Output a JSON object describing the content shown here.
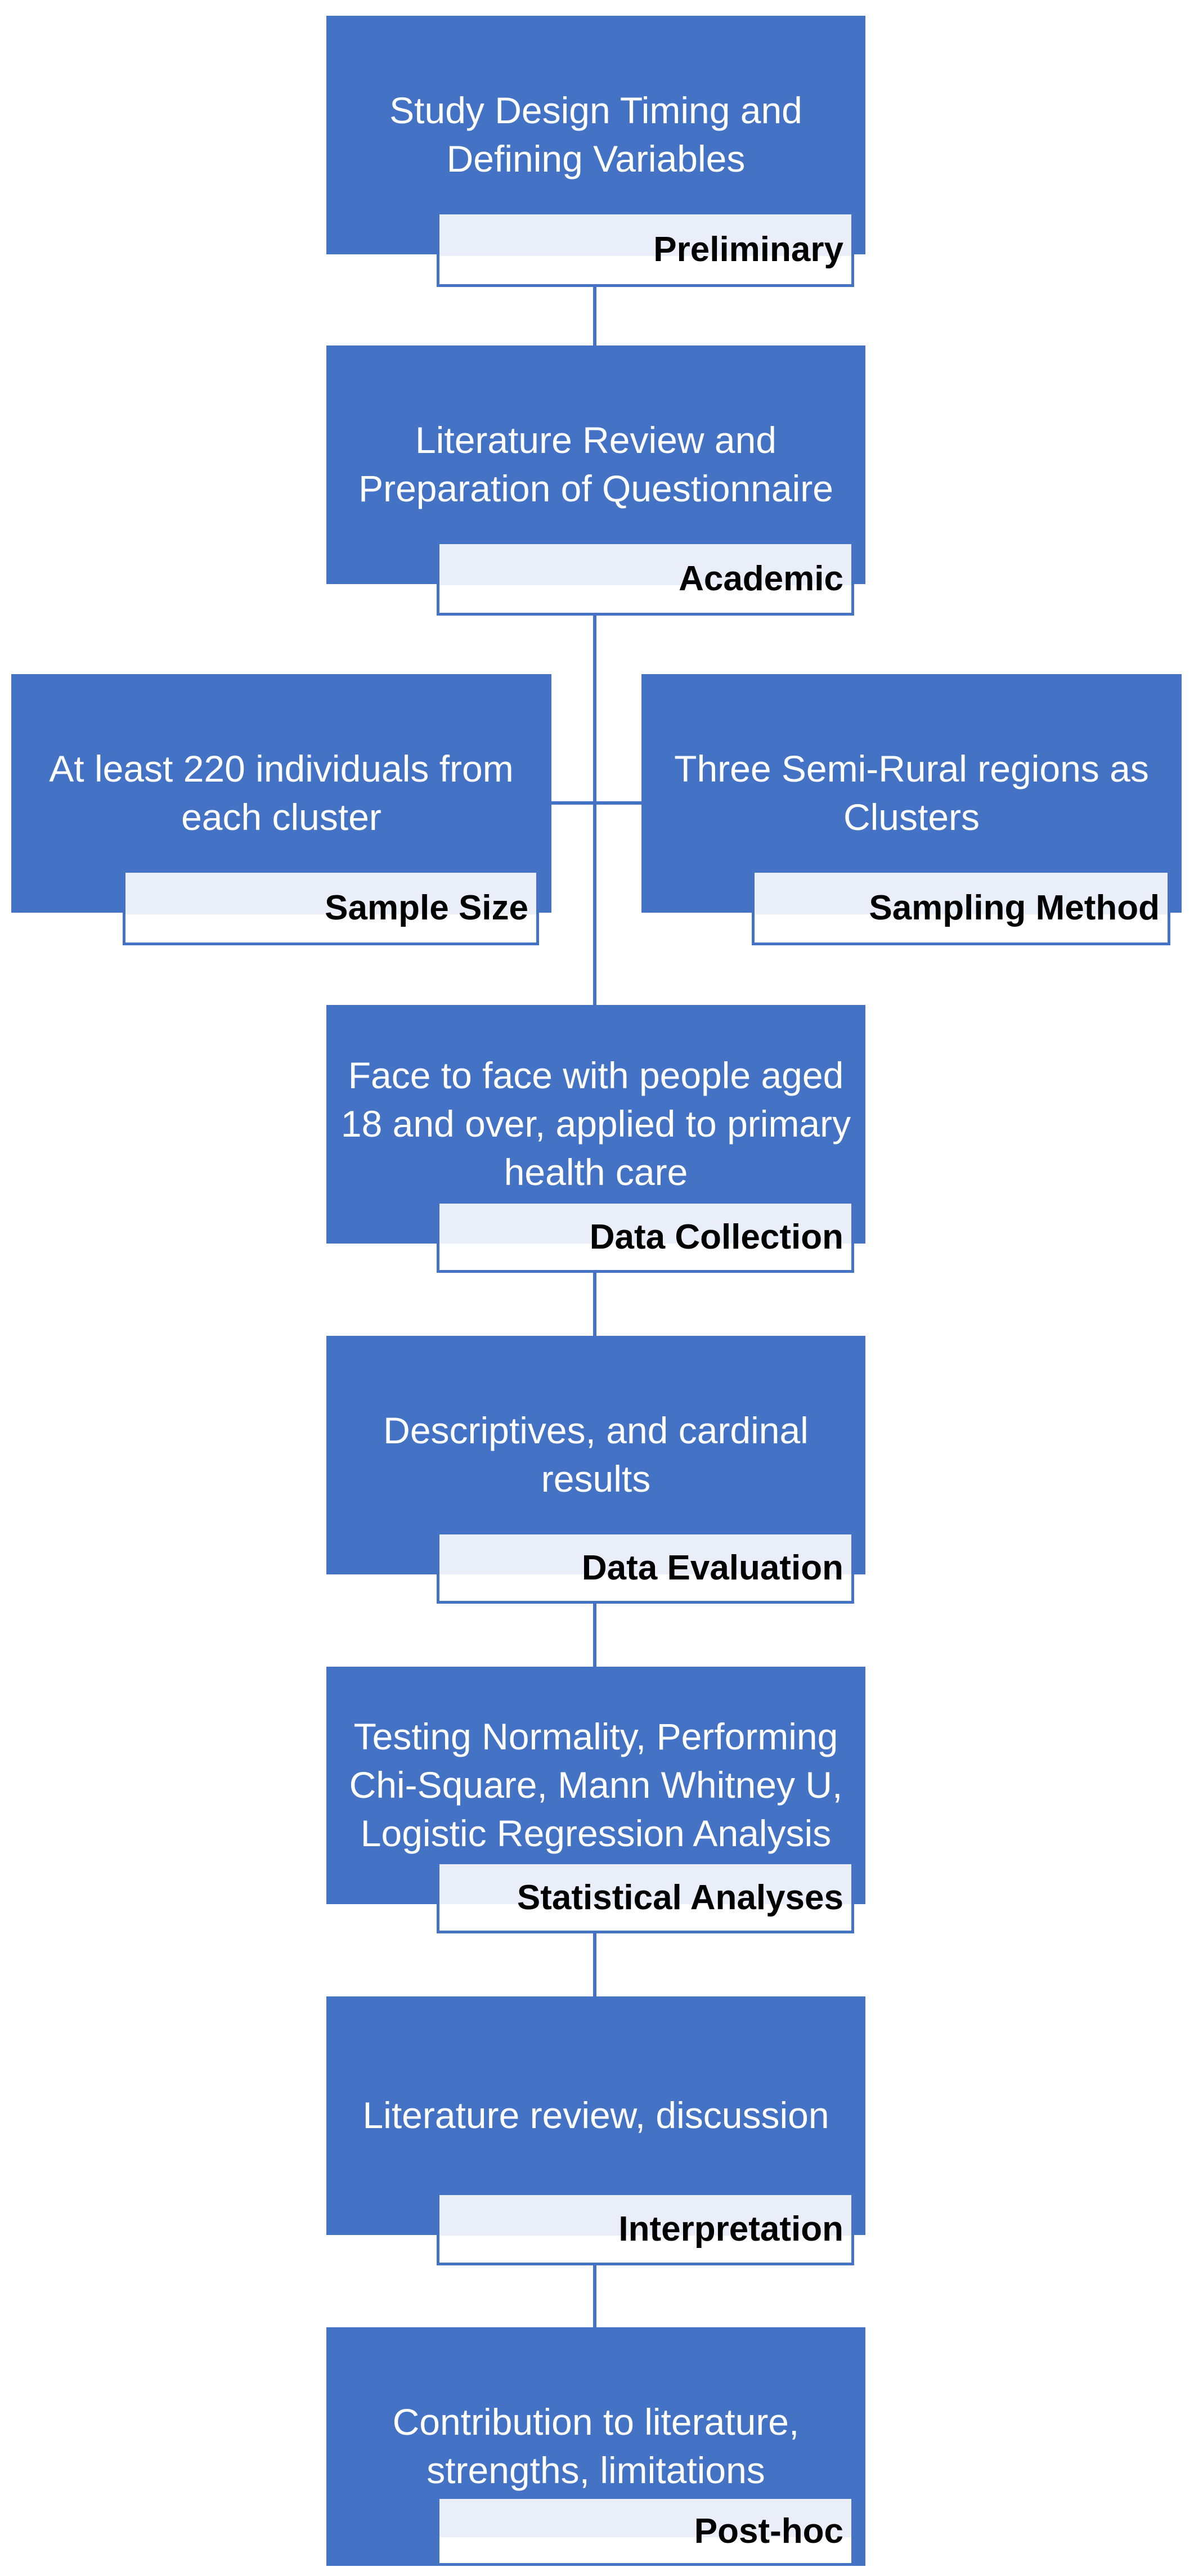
{
  "colors": {
    "box_fill": "#4472C4",
    "label_shade": "#E9EEF8",
    "connector": "#4472C4"
  },
  "steps": [
    {
      "text": "Study Design Timing and Defining Variables",
      "label": "Preliminary"
    },
    {
      "text": "Literature Review and Preparation of Questionnaire",
      "label": "Academic"
    },
    {
      "text": "At least 220 individuals from each cluster",
      "label": "Sample Size"
    },
    {
      "text": "Three Semi-Rural regions as Clusters",
      "label": "Sampling Method"
    },
    {
      "text": "Face to face with people aged 18 and over, applied to primary health care",
      "label": "Data Collection"
    },
    {
      "text": "Descriptives, and cardinal results",
      "label": "Data Evaluation"
    },
    {
      "text": "Testing Normality, Performing Chi-Square, Mann Whitney U, Logistic Regression Analysis",
      "label": "Statistical Analyses"
    },
    {
      "text": "Literature review, discussion",
      "label": "Interpretation"
    },
    {
      "text": "Contribution to literature, strengths, limitations",
      "label": "Post-hoc"
    }
  ]
}
